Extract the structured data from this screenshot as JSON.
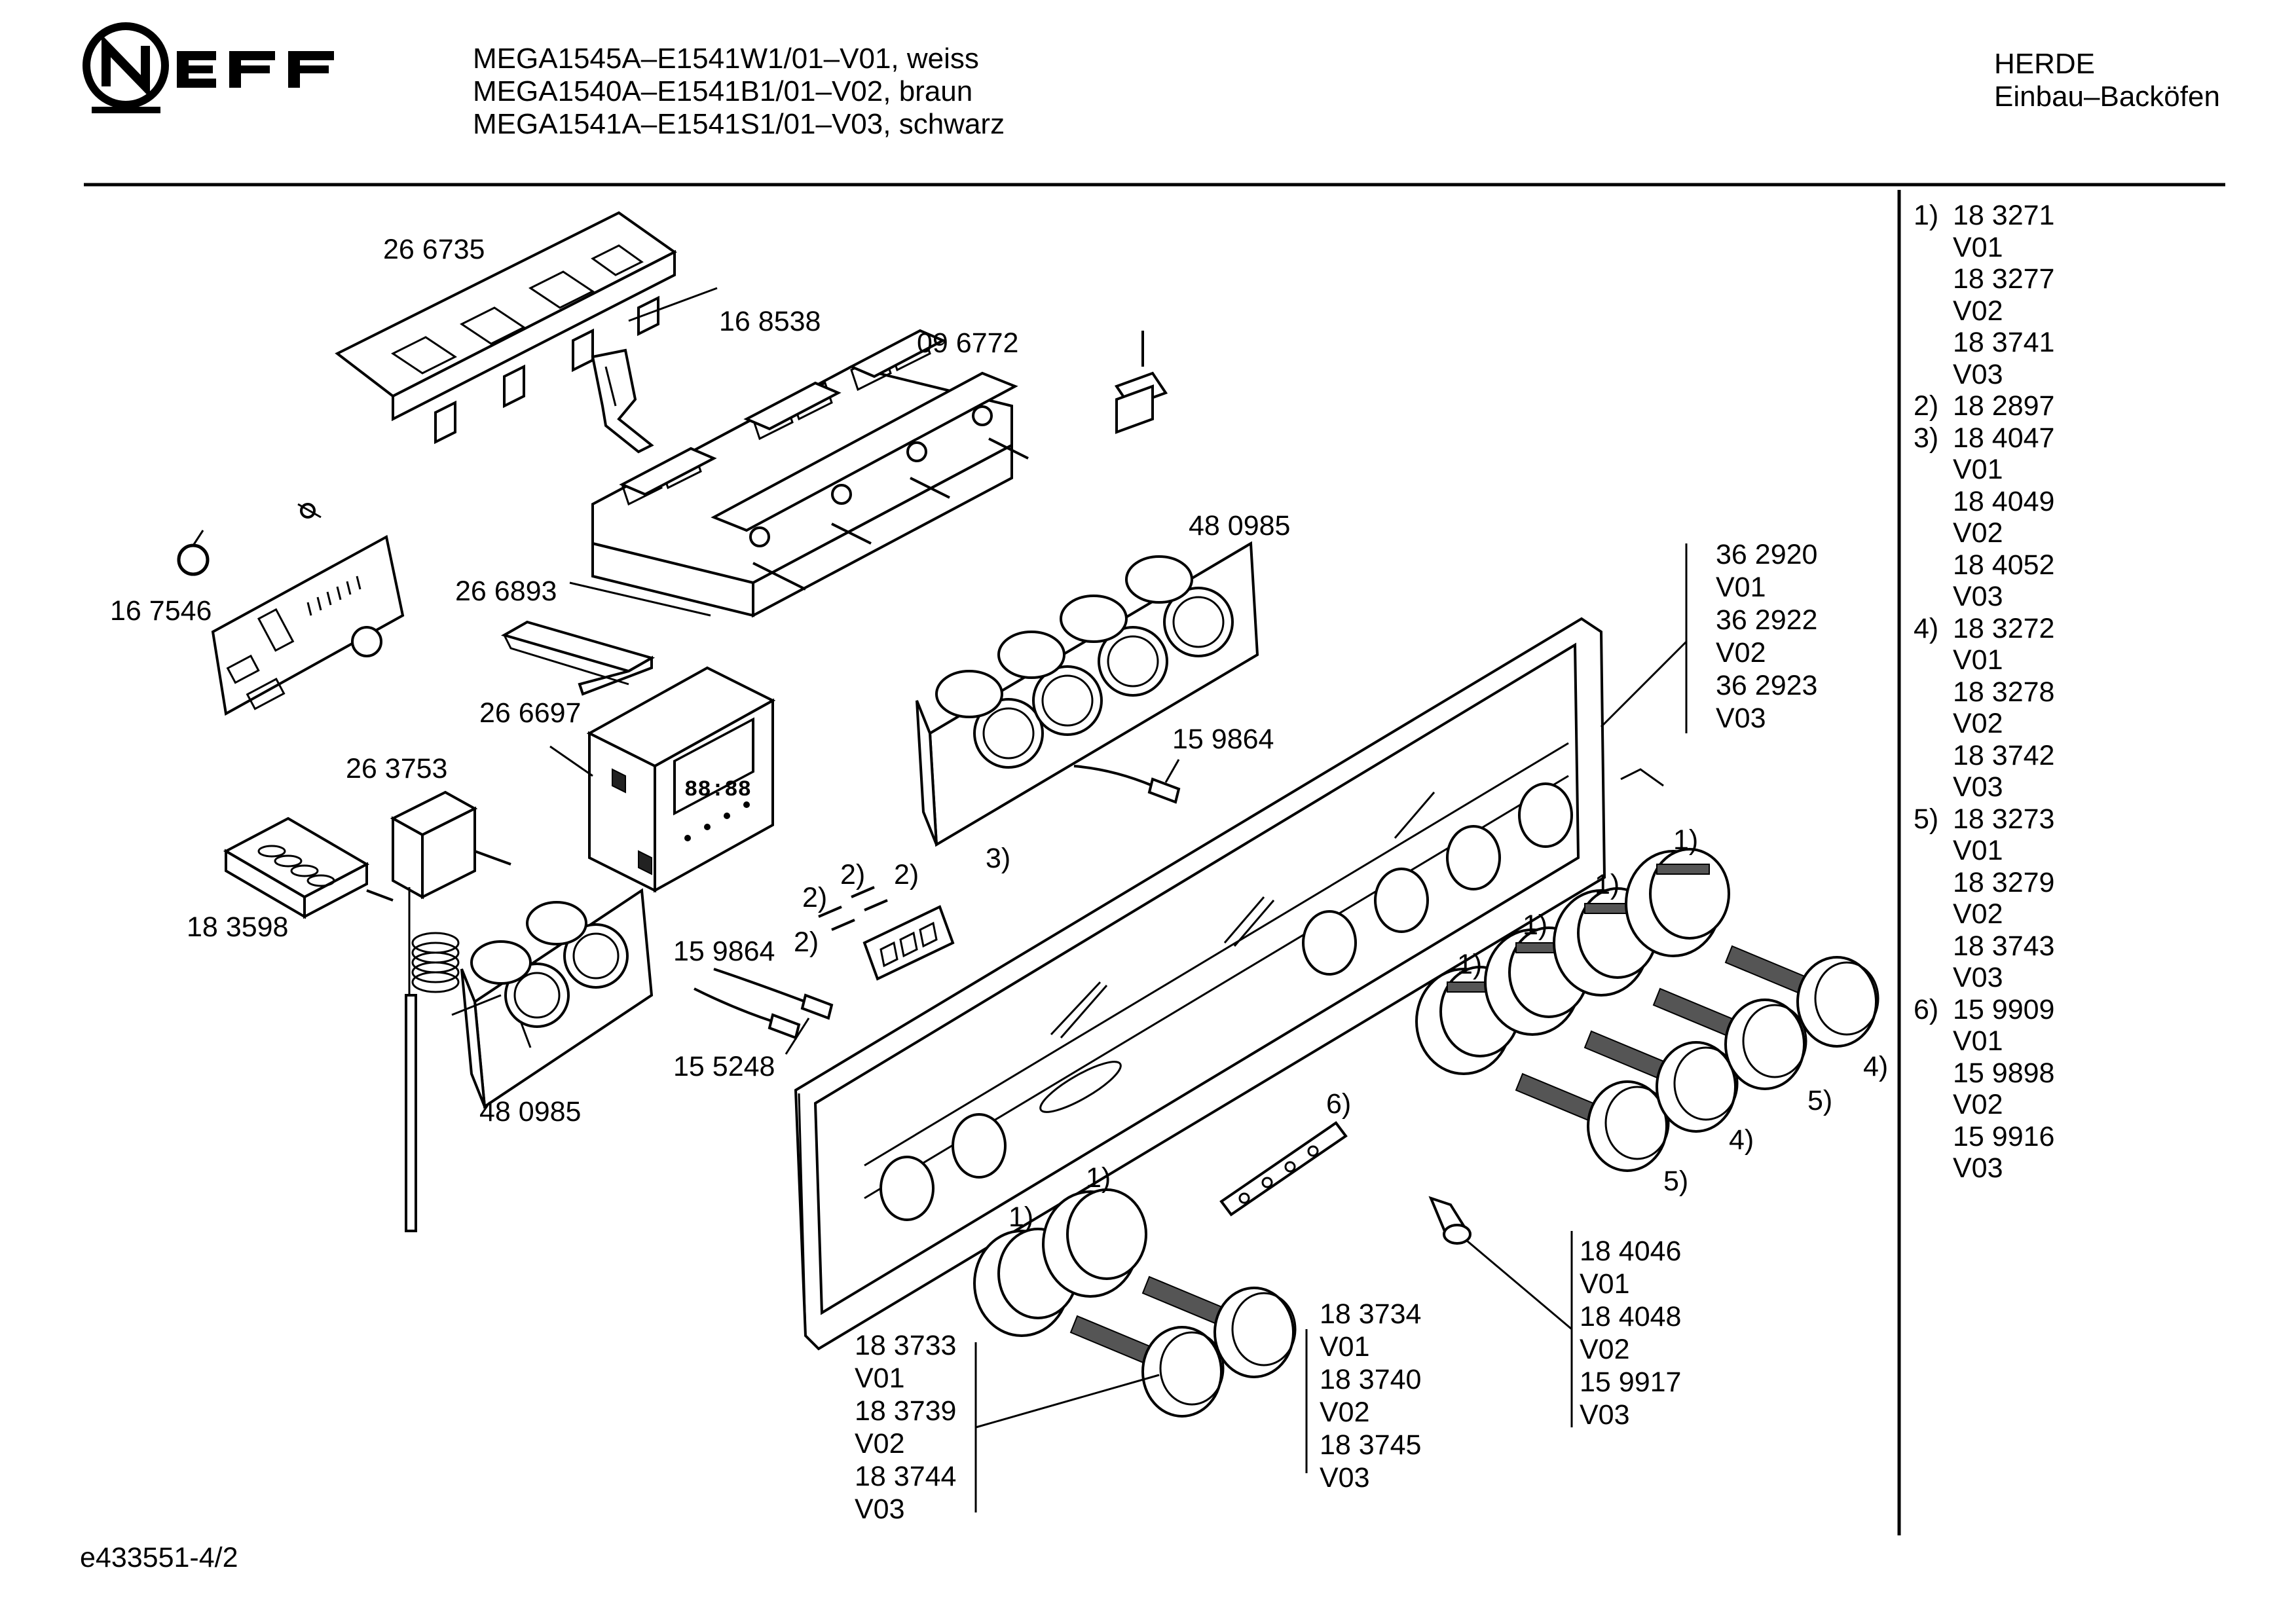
{
  "header": {
    "brand": "NEFF",
    "models": [
      "MEGA1545A–E1541W1/01–V01, weiss",
      "MEGA1540A–E1541B1/01–V02, braun",
      "MEGA1541A–E1541S1/01–V03, schwarz"
    ],
    "category": "HERDE",
    "subcategory": "Einbau–Backöfen"
  },
  "part_labels": {
    "p266735": "26 6735",
    "p168538": "16 8538",
    "p096772": "09 6772",
    "p167546": "16 7546",
    "p266893": "26 6893",
    "p480985_top": "48 0985",
    "p266697": "26 6697",
    "p263753": "26 3753",
    "p159864_a": "15 9864",
    "p183598": "18 3598",
    "p159864_b": "15 9864",
    "p155248": "15 5248",
    "p480985_bottom": "48 0985",
    "r2a": "2)",
    "r2b": "2)",
    "r2c": "2)",
    "r2d": "2)",
    "r3": "3)",
    "r1a": "1)",
    "r1b": "1)",
    "r1c": "1)",
    "r1d": "1)",
    "r1e": "1)",
    "r1f": "1)",
    "r4a": "4)",
    "r4b": "4)",
    "r5a": "5)",
    "r5b": "5)",
    "r6": "6)"
  },
  "panel_group": [
    "36 2920",
    "V01",
    "36 2922",
    "V02",
    "36 2923",
    "V03"
  ],
  "knob_group_left": [
    "18 3733",
    "V01",
    "18 3739",
    "V02",
    "18 3744",
    "V03"
  ],
  "knob_group_right": [
    "18 3734",
    "V01",
    "18 3740",
    "V02",
    "18 3745",
    "V03"
  ],
  "pin_group": [
    "18 4046",
    "V01",
    "18 4048",
    "V02",
    "15 9917",
    "V03"
  ],
  "legend": [
    {
      "ref": "1)",
      "code": "18 3271"
    },
    {
      "ref": "",
      "code": "V01"
    },
    {
      "ref": "",
      "code": "18 3277"
    },
    {
      "ref": "",
      "code": "V02"
    },
    {
      "ref": "",
      "code": "18 3741"
    },
    {
      "ref": "",
      "code": "V03"
    },
    {
      "ref": "2)",
      "code": "18 2897"
    },
    {
      "ref": "3)",
      "code": "18 4047"
    },
    {
      "ref": "",
      "code": "V01"
    },
    {
      "ref": "",
      "code": "18 4049"
    },
    {
      "ref": "",
      "code": "V02"
    },
    {
      "ref": "",
      "code": "18 4052"
    },
    {
      "ref": "",
      "code": "V03"
    },
    {
      "ref": "4)",
      "code": "18 3272"
    },
    {
      "ref": "",
      "code": "V01"
    },
    {
      "ref": "",
      "code": "18 3278"
    },
    {
      "ref": "",
      "code": "V02"
    },
    {
      "ref": "",
      "code": "18 3742"
    },
    {
      "ref": "",
      "code": "V03"
    },
    {
      "ref": "5)",
      "code": "18 3273"
    },
    {
      "ref": "",
      "code": "V01"
    },
    {
      "ref": "",
      "code": "18 3279"
    },
    {
      "ref": "",
      "code": "V02"
    },
    {
      "ref": "",
      "code": "18 3743"
    },
    {
      "ref": "",
      "code": "V03"
    },
    {
      "ref": "6)",
      "code": "15 9909"
    },
    {
      "ref": "",
      "code": "V01"
    },
    {
      "ref": "",
      "code": "15 9898"
    },
    {
      "ref": "",
      "code": "V02"
    },
    {
      "ref": "",
      "code": "15 9916"
    },
    {
      "ref": "",
      "code": "V03"
    }
  ],
  "footer": "e433551-4/2",
  "display_digits": "88:88"
}
